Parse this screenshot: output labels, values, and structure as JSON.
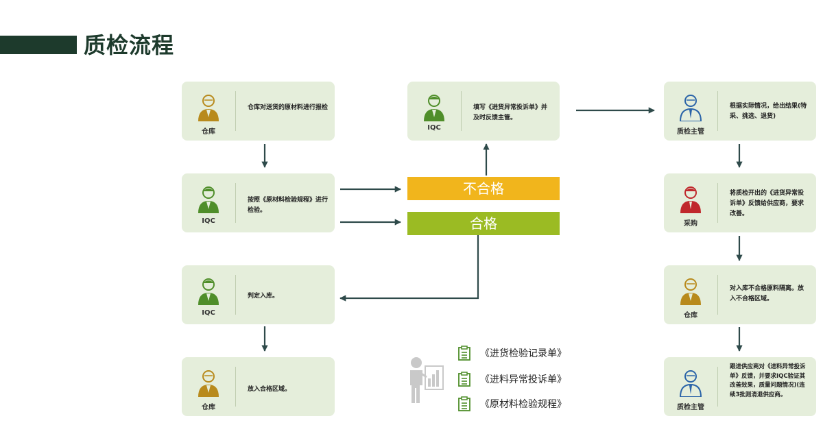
{
  "page": {
    "title": "质检流程"
  },
  "nodes": {
    "n1": {
      "role": "仓库",
      "text": "仓库对送货的原材料进行报检"
    },
    "n2": {
      "role": "IQC",
      "text": "按照《原材料检验规程》进行检验。"
    },
    "n3": {
      "role": "IQC",
      "text": "判定入库。"
    },
    "n4": {
      "role": "仓库",
      "text": "放入合格区域。"
    },
    "n5": {
      "role": "IQC",
      "text": "填写《进货异常投诉单》并及时反馈主管。"
    },
    "n6": {
      "role": "质检主管",
      "text": "根据实际情况，给出结果(特采、挑选、退货)"
    },
    "n7": {
      "role": "采购",
      "text": "将质检开出的《进货异常投诉单》反馈给供应商，要求改善。"
    },
    "n8": {
      "role": "仓库",
      "text": "对入库不合格原料隔离。放入不合格区域。"
    },
    "n9": {
      "role": "质检主管",
      "text": "跟进供应商对《进料异常投诉单》反馈，并要求IQC验证其改善效果，质量问题情况)(连续3批则清退供应商。"
    }
  },
  "decisions": {
    "fail": "不合格",
    "pass": "合格"
  },
  "documents": [
    "《进货检验记录单》",
    "《进料异常投诉单》",
    "《原材料检验规程》"
  ],
  "colors": {
    "node_bg": "#e5eedb",
    "fail": "#f1b51c",
    "pass": "#9bbb23",
    "title": "#1d3a2c",
    "arrow": "#2e4a4a"
  }
}
